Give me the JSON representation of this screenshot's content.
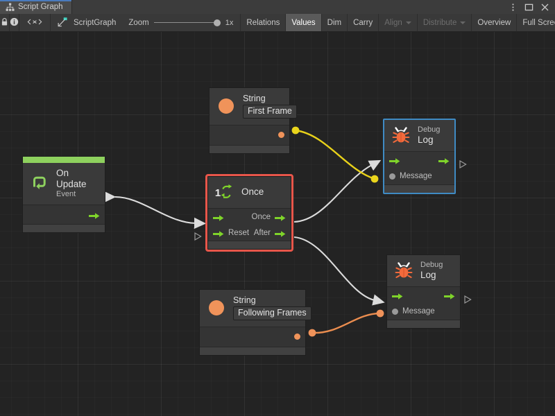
{
  "window": {
    "tab_label": "Script Graph",
    "tab_icon": "graph-hierarchy-icon",
    "controls": [
      {
        "name": "more-options-icon",
        "glyph": "kebab-menu"
      },
      {
        "name": "maximize-icon",
        "glyph": "square"
      },
      {
        "name": "close-icon",
        "glyph": "x"
      }
    ]
  },
  "toolbar": {
    "lock_icon": "lock-icon",
    "info_icon": "info-icon",
    "code_icon": "code-brackets-icon",
    "graph_icon": "script-graph-icon",
    "graph_name": "ScriptGraph",
    "zoom_label": "Zoom",
    "zoom_value": "1x",
    "zoom_percent": 100,
    "buttons": [
      {
        "label": "Relations",
        "active": false,
        "disabled": false,
        "caret": false
      },
      {
        "label": "Values",
        "active": true,
        "disabled": false,
        "caret": false
      },
      {
        "label": "Dim",
        "active": false,
        "disabled": false,
        "caret": false
      },
      {
        "label": "Carry",
        "active": false,
        "disabled": false,
        "caret": false
      },
      {
        "label": "Align",
        "active": false,
        "disabled": true,
        "caret": true
      },
      {
        "label": "Distribute",
        "active": false,
        "disabled": true,
        "caret": true
      },
      {
        "label": "Overview",
        "active": false,
        "disabled": false,
        "caret": false
      },
      {
        "label": "Full Screen",
        "active": false,
        "disabled": false,
        "caret": false
      }
    ]
  },
  "colors": {
    "accent_blue": "#4a7bbd",
    "event_green": "#8ed15e",
    "flow_green": "#7fd42a",
    "selection_red": "#e8564a",
    "hover_blue": "#3f8bc4",
    "value_orange": "#f0935a",
    "highlight_yellow": "#e8d11a",
    "flow_white": "#e0e0e0",
    "canvas_bg": "#232323",
    "node_bg": "#3a3a3a"
  },
  "graph": {
    "nodes": [
      {
        "id": "on-update",
        "name": "node-on-update",
        "icon": "event-loop-icon",
        "subtitle": "Event",
        "title": "On Update",
        "accent": true,
        "selected": "none",
        "out_flow_label": ""
      },
      {
        "id": "string-first-frame",
        "name": "node-string-first-frame",
        "icon": "string-value-icon",
        "title": "String",
        "value": "First Frame",
        "selected": "none"
      },
      {
        "id": "once",
        "name": "node-once",
        "icon": "once-counter-icon",
        "icon_number": "1",
        "title": "Once",
        "selected": "red",
        "inputs": [
          "",
          "Reset"
        ],
        "outputs": [
          "Once",
          "After"
        ]
      },
      {
        "id": "debug-log-top",
        "name": "node-debug-log-top",
        "icon": "bug-icon",
        "subtitle": "Debug",
        "title": "Log",
        "message_label": "Message",
        "selected": "blue"
      },
      {
        "id": "string-following-frames",
        "name": "node-string-following-frames",
        "icon": "string-value-icon",
        "title": "String",
        "value": "Following Frames",
        "selected": "none"
      },
      {
        "id": "debug-log-bottom",
        "name": "node-debug-log-bottom",
        "icon": "bug-icon",
        "subtitle": "Debug",
        "title": "Log",
        "message_label": "Message",
        "selected": "none"
      }
    ],
    "edges": [
      {
        "from": "on-update.trigger-out",
        "to": "once.trigger-in",
        "kind": "flow",
        "color": "#e0e0e0"
      },
      {
        "from": "once.once-out",
        "to": "debug-log-top.trigger-in",
        "kind": "flow",
        "color": "#e0e0e0"
      },
      {
        "from": "once.after-out",
        "to": "debug-log-bottom.trigger-in",
        "kind": "flow",
        "color": "#e0e0e0"
      },
      {
        "from": "string-first-frame.value-out",
        "to": "debug-log-top.message-in",
        "kind": "value",
        "color": "#e8d11a"
      },
      {
        "from": "string-following-frames.value-out",
        "to": "debug-log-bottom.message-in",
        "kind": "value",
        "color": "#eb8d4f"
      }
    ]
  }
}
